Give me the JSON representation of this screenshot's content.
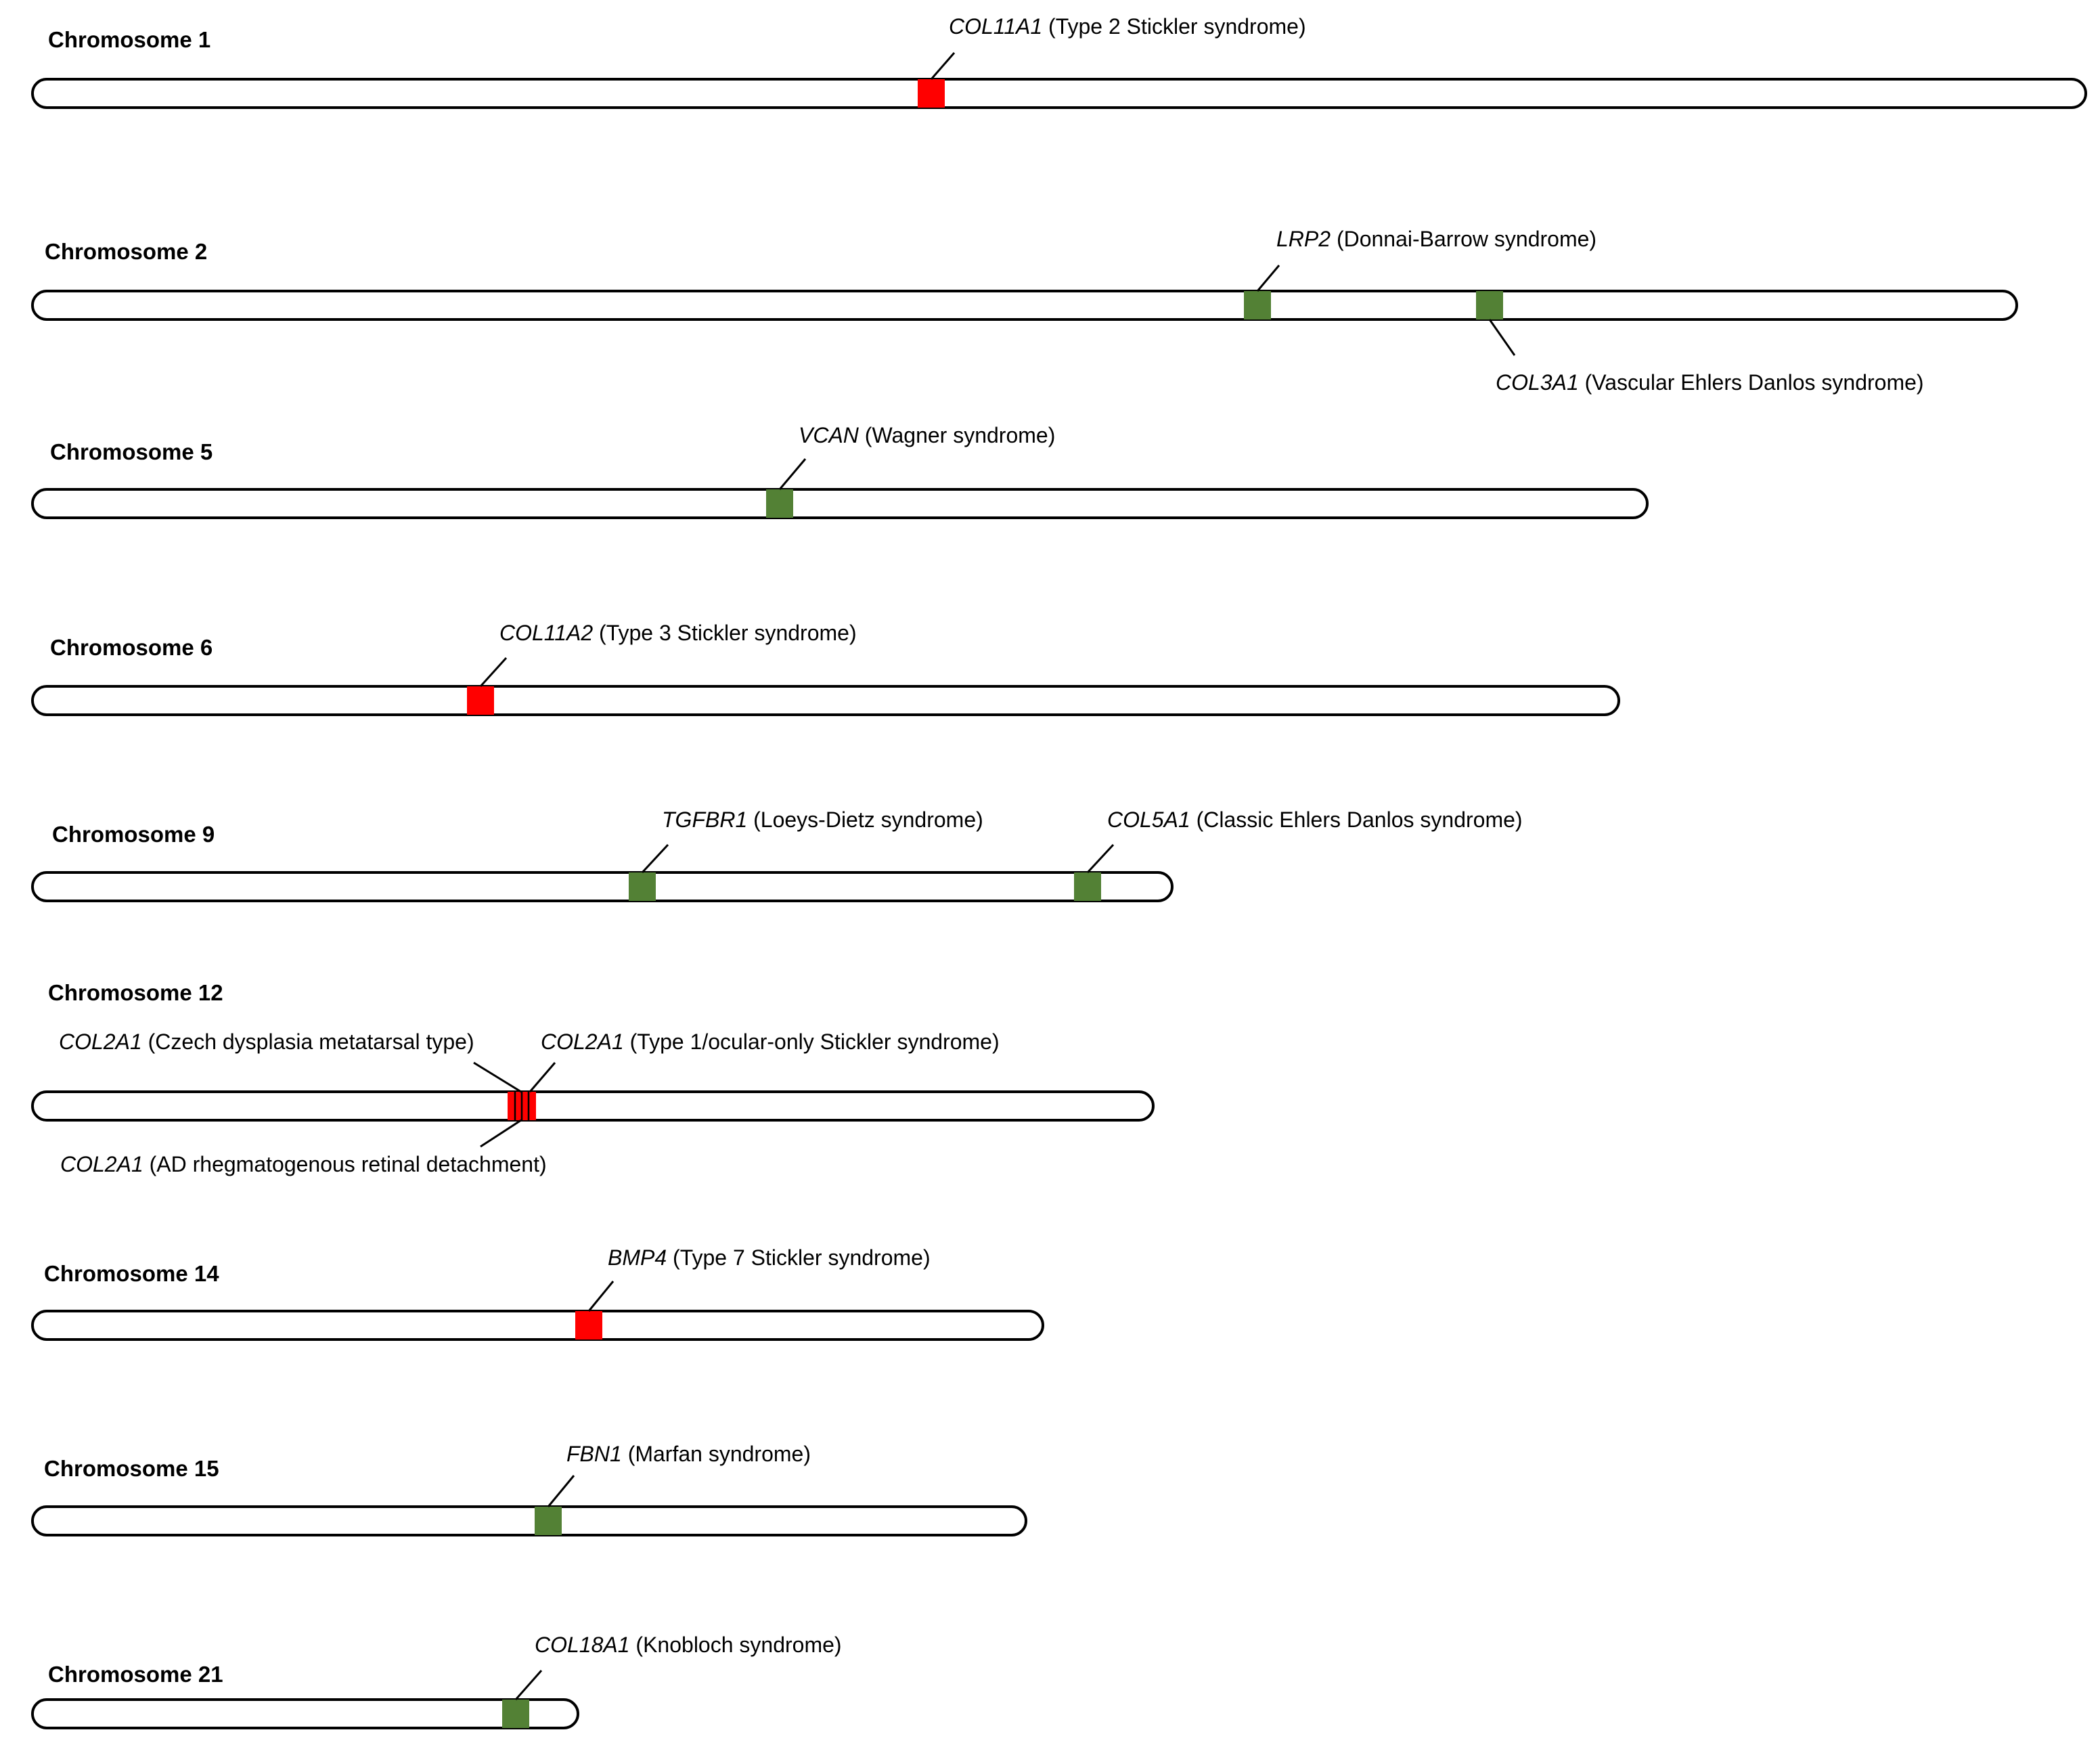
{
  "colors": {
    "red_band": "#ff0000",
    "green_band": "#538135",
    "outline": "#000000",
    "bar_fill": "#ffffff"
  },
  "chromosomes": [
    {
      "label": "Chromosome 1",
      "genes": [
        {
          "gene": "COL11A1",
          "disease": "(Type 2 Stickler syndrome)",
          "color": "red"
        }
      ]
    },
    {
      "label": "Chromosome 2",
      "genes": [
        {
          "gene": "LRP2",
          "disease": "(Donnai-Barrow syndrome)",
          "color": "green"
        },
        {
          "gene": "COL3A1",
          "disease": "(Vascular Ehlers Danlos syndrome)",
          "color": "green"
        }
      ]
    },
    {
      "label": "Chromosome 5",
      "genes": [
        {
          "gene": "VCAN",
          "disease": "(Wagner syndrome)",
          "color": "green"
        }
      ]
    },
    {
      "label": "Chromosome 6",
      "genes": [
        {
          "gene": "COL11A2",
          "disease": "(Type 3 Stickler syndrome)",
          "color": "red"
        }
      ]
    },
    {
      "label": "Chromosome 9",
      "genes": [
        {
          "gene": "TGFBR1",
          "disease": "(Loeys-Dietz syndrome)",
          "color": "green"
        },
        {
          "gene": "COL5A1",
          "disease": "(Classic Ehlers Danlos syndrome)",
          "color": "green"
        }
      ]
    },
    {
      "label": "Chromosome 12",
      "genes": [
        {
          "gene": "COL2A1",
          "disease": "(Czech dysplasia metatarsal type)",
          "color": "green"
        },
        {
          "gene": "COL2A1",
          "disease": "(Type 1/ocular-only Stickler syndrome)",
          "color": "red"
        },
        {
          "gene": "COL2A1",
          "disease": "(AD rhegmatogenous retinal detachment)",
          "color": "green"
        }
      ]
    },
    {
      "label": "Chromosome 14",
      "genes": [
        {
          "gene": "BMP4",
          "disease": "(Type 7 Stickler syndrome)",
          "color": "red"
        }
      ]
    },
    {
      "label": "Chromosome 15",
      "genes": [
        {
          "gene": "FBN1",
          "disease": "(Marfan syndrome)",
          "color": "green"
        }
      ]
    },
    {
      "label": "Chromosome 21",
      "genes": [
        {
          "gene": "COL18A1",
          "disease": "(Knobloch syndrome)",
          "color": "green"
        }
      ]
    }
  ]
}
